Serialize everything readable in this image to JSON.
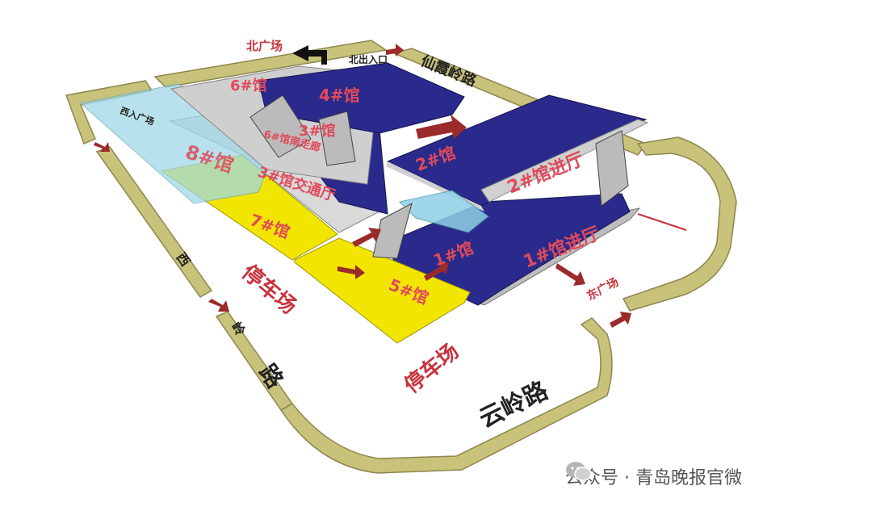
{
  "map": {
    "roads": {
      "xianxialing": "仙霞岭路",
      "yunling": "云岭路",
      "xiling_1": "西",
      "xiling_2": "岭",
      "xiling_3": "路"
    },
    "plazas": {
      "north": "北广场",
      "east": "东广场",
      "west": "西入广场",
      "north_entrance": "北出入口"
    },
    "parking": {
      "west": "停车场",
      "south": "停车场"
    },
    "halls": {
      "h1": "1#馆",
      "h2": "2#馆",
      "h3": "3#馆",
      "h4": "4#馆",
      "h5": "5#馆",
      "h6": "6#馆",
      "h7": "7#馆",
      "h8": "8#馆",
      "h1_lobby": "1#馆进厅",
      "h2_lobby": "2#馆进厅",
      "h3_lobby": "3#馆交通厅",
      "h6_corridor": "6#馆南走廊"
    },
    "colors": {
      "road": "#c9c27a",
      "hall_blue": "#2a2a8c",
      "hall_yellow": "#f2e600",
      "hall_gray": "#cfcfcf",
      "glass": "#9fd8e6",
      "arrow": "#9b2a2a",
      "label_red": "#e04a5a"
    }
  },
  "watermark": {
    "text": "公众号 · 青岛晚报官微",
    "icon": "wechat-icon"
  }
}
